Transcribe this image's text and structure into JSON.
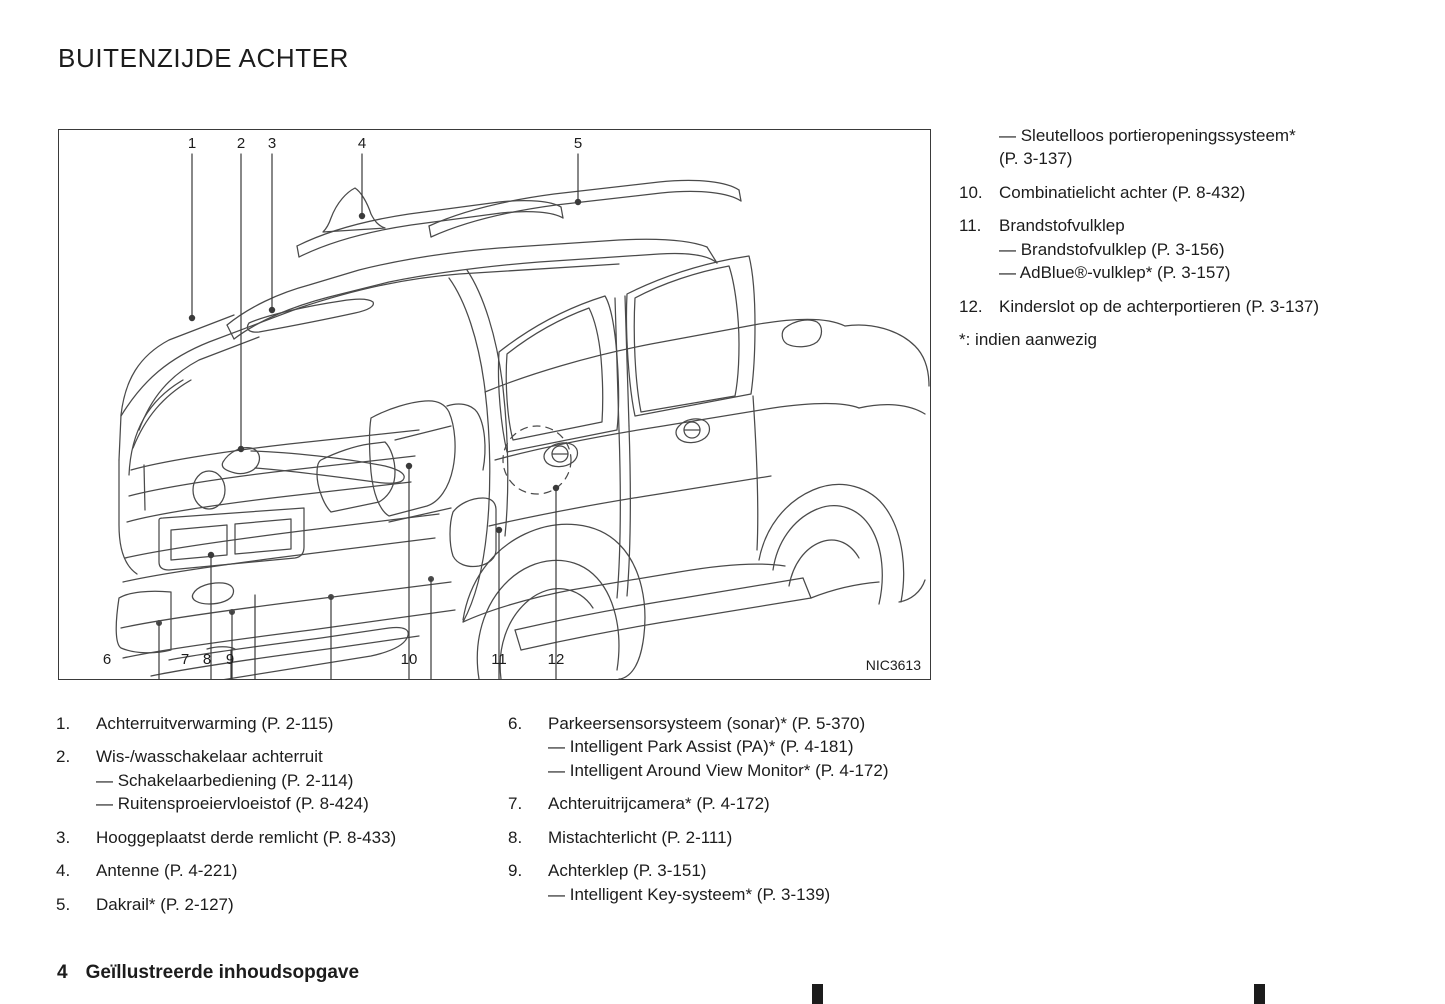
{
  "page": {
    "title": "BUITENZIJDE ACHTER",
    "footer_page_number": "4",
    "footer_section_title": "Geïllustreerde inhoudsopgave"
  },
  "illustration": {
    "figure_id": "NIC3613",
    "top_callouts": [
      "1",
      "2",
      "3",
      "4",
      "5"
    ],
    "bottom_callouts": [
      "6",
      "7",
      "8",
      "9",
      "10",
      "11",
      "12"
    ],
    "description": "Line drawing of an SUV viewed from the rear three-quarter angle with numbered leader lines"
  },
  "legend_right": {
    "items": [
      {
        "number": "",
        "main": "",
        "subs": [
          "— Sleutelloos portieropeningssysteem*",
          "(P. 3-137)"
        ],
        "continuation": true
      },
      {
        "number": "10.",
        "main": "Combinatielicht achter (P. 8-432)",
        "subs": []
      },
      {
        "number": "11.",
        "main": "Brandstofvulklep",
        "subs": [
          "— Brandstofvulklep (P. 3-156)",
          "— AdBlue®-vulklep* (P. 3-157)"
        ]
      },
      {
        "number": "12.",
        "main": "Kinderslot op de achterportieren (P. 3-137)",
        "subs": []
      }
    ],
    "note": "*: indien aanwezig"
  },
  "legend_col_1": {
    "items": [
      {
        "number": "1.",
        "main": "Achterruitverwarming (P. 2-115)",
        "subs": []
      },
      {
        "number": "2.",
        "main": "Wis-/wasschakelaar achterruit",
        "subs": [
          "— Schakelaarbediening (P. 2-114)",
          "— Ruitensproeiervloeistof (P. 8-424)"
        ]
      },
      {
        "number": "3.",
        "main": "Hooggeplaatst derde remlicht (P. 8-433)",
        "subs": []
      },
      {
        "number": "4.",
        "main": "Antenne (P. 4-221)",
        "subs": []
      },
      {
        "number": "5.",
        "main": "Dakrail* (P. 2-127)",
        "subs": []
      }
    ]
  },
  "legend_col_2": {
    "items": [
      {
        "number": "6.",
        "main": "Parkeersensorsysteem (sonar)* (P. 5-370)",
        "subs": [
          "— Intelligent Park Assist (PA)* (P. 4-181)",
          "— Intelligent Around View Monitor* (P. 4-172)"
        ]
      },
      {
        "number": "7.",
        "main": "Achteruitrijcamera* (P. 4-172)",
        "subs": []
      },
      {
        "number": "8.",
        "main": "Mistachterlicht (P. 2-111)",
        "subs": []
      },
      {
        "number": "9.",
        "main": "Achterklep (P. 3-151)",
        "subs": [
          "— Intelligent Key-systeem* (P. 3-139)"
        ]
      }
    ]
  },
  "colors": {
    "text": "#1c1c1c",
    "frame": "#3a3a3a",
    "line_art": "#4a4a4a",
    "background": "#ffffff"
  }
}
